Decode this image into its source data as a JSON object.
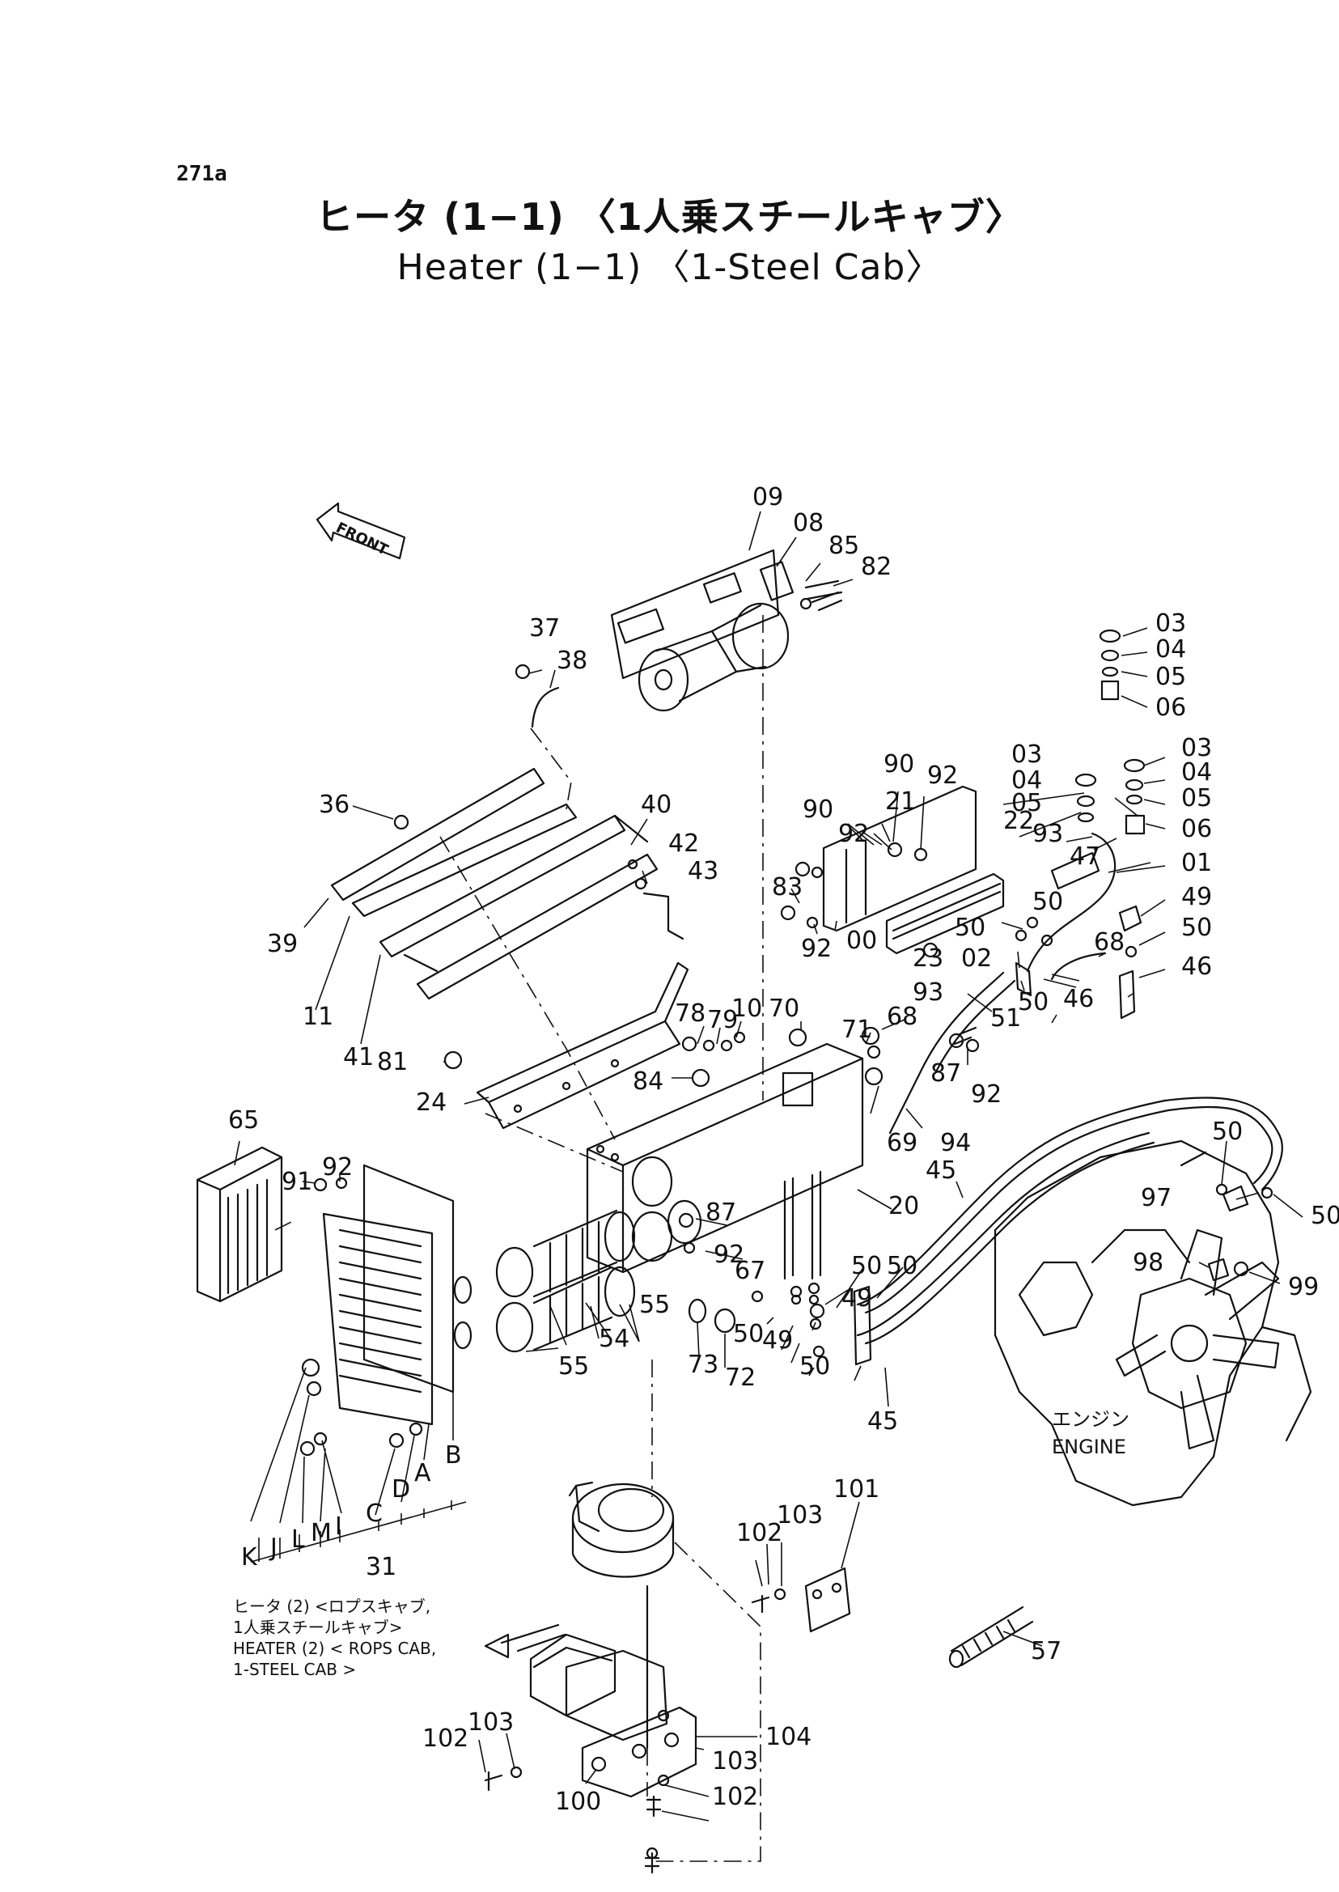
{
  "page_id": "271a",
  "title_jp": "ヒータ (1−1) 〈1人乗スチールキャブ〉",
  "title_en": "Heater (1−1) 〈1-Steel Cab〉",
  "front_label": "FRONT",
  "engine_label_jp": "エンジン",
  "engine_label_en": "ENGINE",
  "note_lines": [
    "ヒータ (2) <ロプスキャブ,",
    "1人乗スチールキャブ>",
    "HEATER (2) < ROPS CAB,",
    "1-STEEL CAB >"
  ],
  "callouts": {
    "c09": "09",
    "c08": "08",
    "c85": "85",
    "c82": "82",
    "c37": "37",
    "c38": "38",
    "c03a": "03",
    "c04a": "04",
    "c05a": "05",
    "c06a": "06",
    "c90a": "90",
    "c92a": "92",
    "c90b": "90",
    "c92b": "92",
    "c21": "21",
    "c03b": "03",
    "c04b": "04",
    "c05b": "05",
    "c22": "22",
    "c93a": "93",
    "c47": "47",
    "c03c": "03",
    "c04c": "04",
    "c05c": "05",
    "c06c": "06",
    "c01": "01",
    "c49a": "49",
    "c50a": "50",
    "c36": "36",
    "c40": "40",
    "c42": "42",
    "c43": "43",
    "c39": "39",
    "c11": "11",
    "c41": "41",
    "c83": "83",
    "c92c": "92",
    "c00": "00",
    "c23": "23",
    "c93b": "93",
    "c50b": "50",
    "c02": "02",
    "c50c": "50",
    "c68a": "68",
    "c46a": "46",
    "c50d": "50",
    "c46b": "46",
    "c78": "78",
    "c79": "79",
    "c10": "10",
    "c70": "70",
    "c71": "71",
    "c68b": "68",
    "c51": "51",
    "c81": "81",
    "c84": "84",
    "c87a": "87",
    "c92d": "92",
    "c24": "24",
    "c69": "69",
    "c94": "94",
    "c65": "65",
    "c91": "91",
    "c92e": "92",
    "c50e": "50",
    "c97": "97",
    "c50f": "50",
    "c45a": "45",
    "c98": "98",
    "c99": "99",
    "c87b": "87",
    "c92f": "92",
    "c20": "20",
    "c50g": "50",
    "c50h": "50",
    "c67": "67",
    "c49b": "49",
    "c50i": "50",
    "c55a": "55",
    "c54": "54",
    "c55b": "55",
    "c73": "73",
    "c72": "72",
    "c49c": "49",
    "c50j": "50",
    "c45b": "45",
    "cK": "K",
    "cJ": "J",
    "cL": "L",
    "cM": "M",
    "cI": "I",
    "cC": "C",
    "cD": "D",
    "cA": "A",
    "cB": "B",
    "c31": "31",
    "c101": "101",
    "c102a": "102",
    "c103a": "103",
    "c57": "57",
    "c102b": "102",
    "c103b": "103",
    "c104": "104",
    "c103c": "103",
    "c100": "100",
    "c102c": "102"
  }
}
